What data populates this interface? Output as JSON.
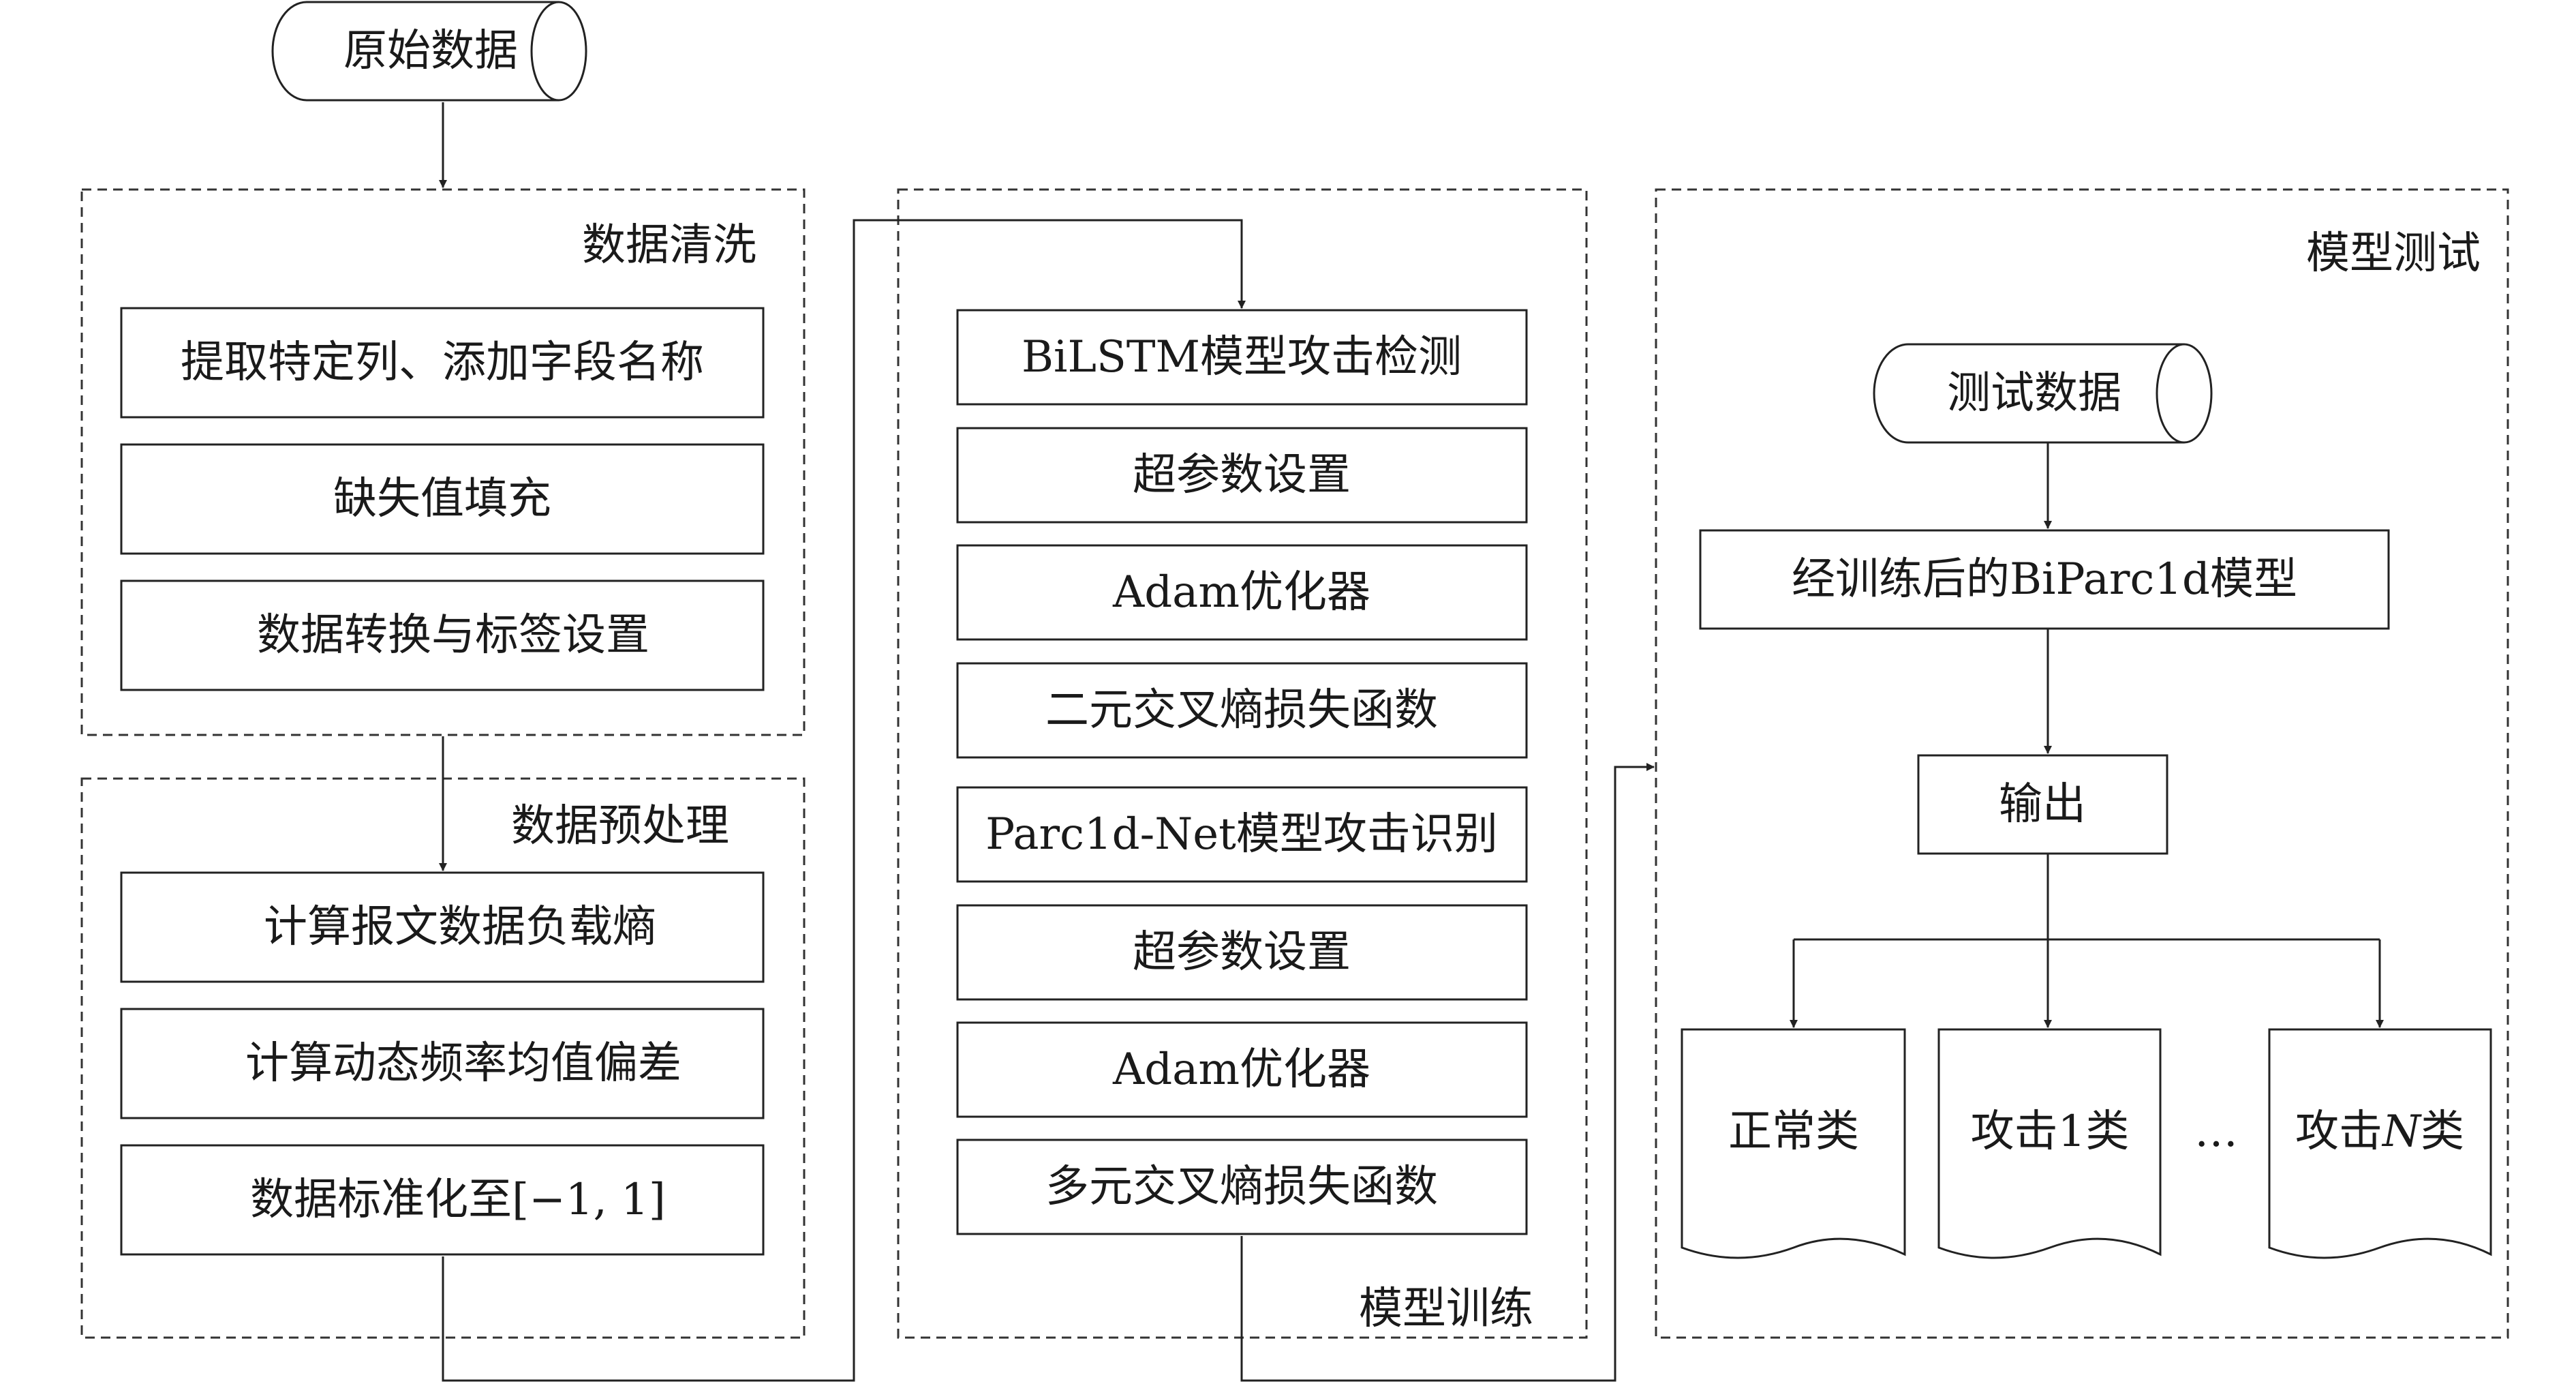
{
  "start": "原始数据",
  "groups": {
    "cleaning": {
      "title": "数据清洗",
      "steps": [
        "提取特定列、添加字段名称",
        "缺失值填充",
        "数据转换与标签设置"
      ]
    },
    "preprocessing": {
      "title": "数据预处理",
      "steps": [
        "计算报文数据负载熵",
        "计算动态频率均值偏差",
        "数据标准化至[−1, 1]"
      ]
    },
    "training": {
      "title": "模型训练",
      "steps": [
        "BiLSTM模型攻击检测",
        "超参数设置",
        "Adam优化器",
        "二元交叉熵损失函数",
        "Parc1d-Net模型攻击识别",
        "超参数设置",
        "Adam优化器",
        "多元交叉熵损失函数"
      ]
    },
    "testing": {
      "title": "模型测试",
      "input": "测试数据",
      "model": "经训练后的BiParc1d模型",
      "output": "输出",
      "classes": [
        "正常类",
        "攻击1类",
        "…",
        "攻击",
        "N",
        "类"
      ]
    }
  }
}
